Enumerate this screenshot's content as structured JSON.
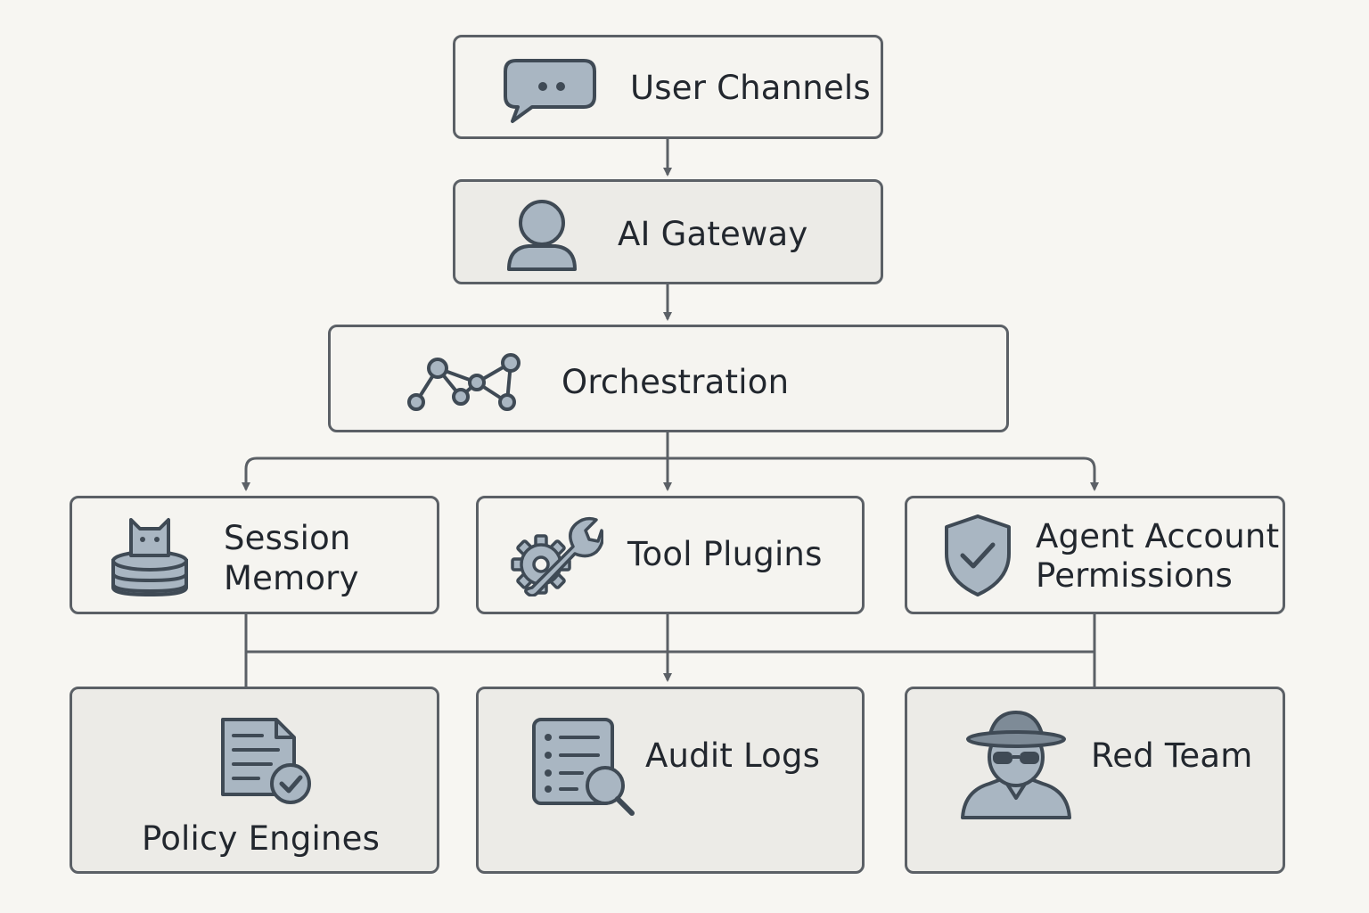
{
  "diagram": {
    "nodes": {
      "user_channels": {
        "label": "User Channels",
        "icon": "chat-bubble-icon"
      },
      "ai_gateway": {
        "label": "AI Gateway",
        "icon": "user-icon"
      },
      "orchestration": {
        "label": "Orchestration",
        "icon": "network-graph-icon"
      },
      "session_memory": {
        "label_line1": "Session",
        "label_line2": "Memory",
        "icon": "cat-database-icon"
      },
      "tool_plugins": {
        "label": "Tool Plugins",
        "icon": "gear-wrench-icon"
      },
      "agent_permissions": {
        "label_line1": "Agent Account",
        "label_line2": "Permissions",
        "icon": "shield-check-icon"
      },
      "policy_engines": {
        "label": "Policy Engines",
        "icon": "document-check-icon"
      },
      "audit_logs": {
        "label": "Audit Logs",
        "icon": "list-magnifier-icon"
      },
      "red_team": {
        "label": "Red Team",
        "icon": "spy-icon"
      }
    },
    "edges": [
      {
        "from": "user_channels",
        "to": "ai_gateway"
      },
      {
        "from": "ai_gateway",
        "to": "orchestration"
      },
      {
        "from": "orchestration",
        "to": "session_memory"
      },
      {
        "from": "orchestration",
        "to": "tool_plugins"
      },
      {
        "from": "orchestration",
        "to": "agent_permissions"
      },
      {
        "from": "session_memory",
        "to": "policy_engines"
      },
      {
        "from": "tool_plugins",
        "to": "audit_logs"
      },
      {
        "from": "agent_permissions",
        "to": "red_team"
      }
    ],
    "colors": {
      "stroke": "#5b6066",
      "icon_fill": "#a9b6c2",
      "icon_stroke": "#3f4a55",
      "background": "#f7f6f2",
      "text": "#22272e"
    }
  }
}
